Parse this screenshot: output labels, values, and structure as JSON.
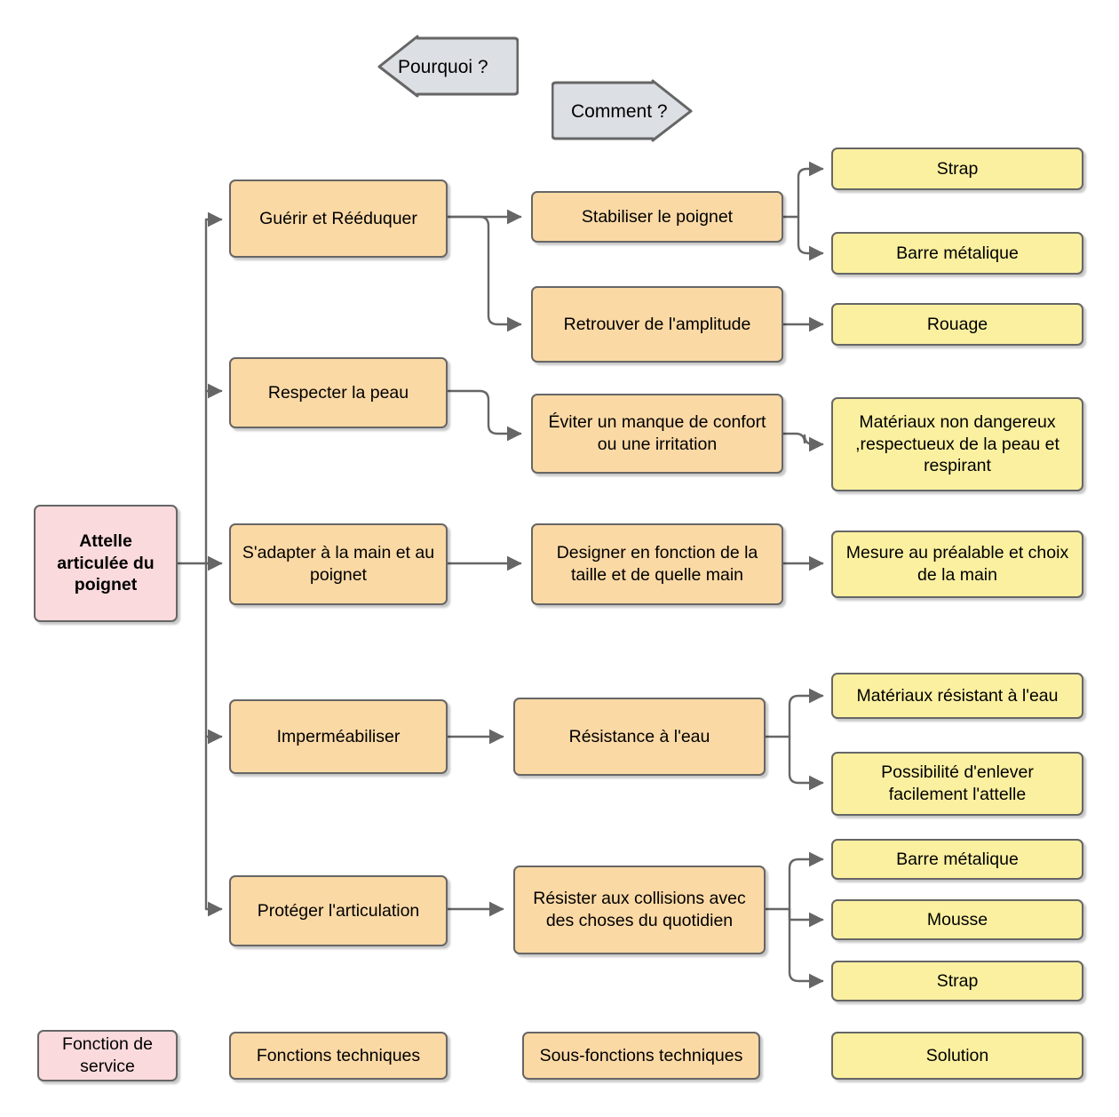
{
  "diagram": {
    "title_banners": [
      {
        "label": "Pourquoi ?",
        "direction": "left"
      },
      {
        "label": "Comment ?",
        "direction": "right"
      }
    ],
    "service_function": {
      "label": "Attelle articulée du poignet",
      "color": "#fadadd"
    },
    "technical_functions": [
      {
        "label": "Guérir et Rééduquer"
      },
      {
        "label": "Respecter la peau"
      },
      {
        "label": "S'adapter à la main et au poignet"
      },
      {
        "label": "Imperméabiliser"
      },
      {
        "label": "Protéger l'articulation"
      }
    ],
    "sub_functions": [
      {
        "label": "Stabiliser le poignet"
      },
      {
        "label": "Retrouver de l'amplitude"
      },
      {
        "label": "Éviter un manque de confort ou une irritation"
      },
      {
        "label": "Designer en fonction de la taille et de quelle main"
      },
      {
        "label": "Résistance à l'eau"
      },
      {
        "label": "Résister aux collisions avec des choses du quotidien"
      }
    ],
    "solutions": [
      {
        "label": "Strap"
      },
      {
        "label": "Barre métalique"
      },
      {
        "label": "Rouage"
      },
      {
        "label": "Matériaux non dangereux ,respectueux de la peau et respirant"
      },
      {
        "label": "Mesure au préalable et choix de la main"
      },
      {
        "label": "Matériaux résistant à l'eau"
      },
      {
        "label": "Possibilité d'enlever facilement l'attelle"
      },
      {
        "label": "Barre métalique"
      },
      {
        "label": "Mousse"
      },
      {
        "label": "Strap"
      }
    ],
    "legend": [
      {
        "label": "Fonction de service",
        "color": "#fadadd"
      },
      {
        "label": "Fonctions techniques",
        "color": "#fbd9a5"
      },
      {
        "label": "Sous-fonctions techniques",
        "color": "#fbd9a5"
      },
      {
        "label": "Solution",
        "color": "#fbf0a0"
      }
    ],
    "colors": {
      "service": "#fadadd",
      "function": "#fbd9a5",
      "solution": "#fbf0a0",
      "border": "#666666",
      "connector": "#666666",
      "banner_fill": "#dcdfe3"
    }
  }
}
